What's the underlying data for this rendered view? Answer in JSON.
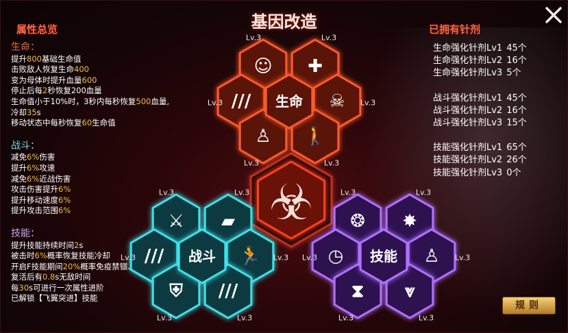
{
  "title": "基因改造",
  "overview": {
    "heading": "属性总览",
    "sections": [
      {
        "label": "生命：",
        "color": "#f26a45",
        "lines": [
          [
            [
              "提升",
              0
            ],
            [
              "800",
              1
            ],
            [
              "基础生命值",
              0
            ]
          ],
          [
            [
              "击败敌人恢复生命",
              0
            ],
            [
              "400",
              1
            ]
          ],
          [
            [
              "变为母体时提升血量",
              0
            ],
            [
              "600",
              1
            ]
          ],
          [
            [
              "停止后每",
              0
            ],
            [
              "2",
              1
            ],
            [
              "秒恢复200血量",
              0
            ]
          ],
          [
            [
              "生命值小于10%时，3秒内每秒恢复",
              0
            ],
            [
              "500",
              1
            ],
            [
              "血量,",
              0
            ]
          ],
          [
            [
              "冷却",
              0
            ],
            [
              "35",
              1
            ],
            [
              "s",
              0
            ]
          ],
          [
            [
              "移动状态中每秒恢复",
              0
            ],
            [
              "60",
              1
            ],
            [
              "生命值",
              0
            ]
          ]
        ]
      },
      {
        "label": "战斗：",
        "color": "#6fd8e0",
        "lines": [
          [
            [
              "减免",
              0
            ],
            [
              "6%",
              1
            ],
            [
              "伤害",
              0
            ]
          ],
          [
            [
              "提升",
              0
            ],
            [
              "6%",
              1
            ],
            [
              "攻速",
              0
            ]
          ],
          [
            [
              "减免",
              0
            ],
            [
              "6%",
              1
            ],
            [
              "近战伤害",
              0
            ]
          ],
          [
            [
              "攻击伤害提升",
              0
            ],
            [
              "6%",
              1
            ]
          ],
          [
            [
              "提升移动速度",
              0
            ],
            [
              "6%",
              1
            ]
          ],
          [
            [
              "提升攻击范围",
              0
            ],
            [
              "6%",
              1
            ]
          ]
        ]
      },
      {
        "label": "技能：",
        "color": "#c9a6f0",
        "lines": [
          [
            [
              "提升技能持续时间",
              0
            ],
            [
              "2",
              1
            ],
            [
              "s",
              0
            ]
          ],
          [
            [
              "被击时",
              0
            ],
            [
              "6%",
              1
            ],
            [
              "概率恢复技能冷却",
              0
            ]
          ],
          [
            [
              "开启F技能期间",
              0
            ],
            [
              "20%",
              1
            ],
            [
              "概率免疫禁锢、冰冻控制",
              0
            ]
          ],
          [
            [
              "复活后有",
              0
            ],
            [
              "0.8",
              1
            ],
            [
              "s无敌时间",
              0
            ]
          ],
          [
            [
              "每",
              0
            ],
            [
              "30",
              1
            ],
            [
              "s可进行一次属性进阶",
              0
            ]
          ],
          [
            [
              "已解锁【飞翼突进】技能",
              0
            ]
          ]
        ]
      }
    ]
  },
  "inventory": {
    "heading": "已拥有针剂",
    "groups": [
      [
        [
          "生命强化针剂Lv1",
          "45个"
        ],
        [
          "生命强化针剂Lv2",
          "16个"
        ],
        [
          "生命强化针剂Lv3",
          "5个"
        ]
      ],
      [
        [
          "战斗强化针剂Lv1",
          "45个"
        ],
        [
          "战斗强化针剂Lv2",
          "16个"
        ],
        [
          "战斗强化针剂Lv3",
          "15个"
        ]
      ],
      [
        [
          "技能强化针剂Lv1",
          "65个"
        ],
        [
          "技能强化针剂Lv2",
          "26个"
        ],
        [
          "技能强化针剂Lv3",
          "0个"
        ]
      ]
    ]
  },
  "clusters": [
    {
      "name": "life",
      "label": "生命",
      "color": "#ff5a2a",
      "fill": "#5a1408",
      "nodes": [
        {
          "icon": "person-up-icon",
          "glyph": "☺",
          "level": "Lv.3"
        },
        {
          "icon": "medkit-up-icon",
          "glyph": "✚",
          "level": "Lv.3"
        },
        {
          "icon": "claw-plus-icon",
          "glyph": "///",
          "level": "Lv.3"
        },
        {
          "icon": "skull-plus-icon",
          "glyph": "☠",
          "level": "Lv.3"
        },
        {
          "icon": "person-plus-icon",
          "glyph": "♙",
          "level": "Lv.3"
        },
        {
          "icon": "walker-plus-icon",
          "glyph": "🚶",
          "level": "Lv.3"
        }
      ]
    },
    {
      "name": "combat",
      "label": "战斗",
      "color": "#3fe0e8",
      "fill": "#0c3a40",
      "nodes": [
        {
          "icon": "blade-down-icon",
          "glyph": "⚔",
          "level": "Lv.3"
        },
        {
          "icon": "gun-up-icon",
          "glyph": "▰",
          "level": "Lv.3"
        },
        {
          "icon": "claw-up-icon",
          "glyph": "///",
          "level": "Lv.3"
        },
        {
          "icon": "runner-up-icon",
          "glyph": "🏃",
          "level": "Lv.3"
        },
        {
          "icon": "shield-plus-icon",
          "glyph": "⛨",
          "level": "Lv.3"
        },
        {
          "icon": "claw-plus-icon",
          "glyph": "///",
          "level": "Lv.3"
        }
      ]
    },
    {
      "name": "skill",
      "label": "技能",
      "color": "#b070ff",
      "fill": "#2e1250",
      "nodes": [
        {
          "icon": "shield-wings-icon",
          "glyph": "❂",
          "level": "Lv.3"
        },
        {
          "icon": "muscle-man-icon",
          "glyph": "✸",
          "level": "Lv.3"
        },
        {
          "icon": "person-clock-icon",
          "glyph": "◷",
          "level": "Lv.3"
        },
        {
          "icon": "person-lv-up-icon",
          "glyph": "♙",
          "level": "Lv.3"
        },
        {
          "icon": "hourglass-plus-icon",
          "glyph": "⧗",
          "level": "Lv.3"
        },
        {
          "icon": "wings-up-icon",
          "glyph": "⩔",
          "level": "Lv.3"
        }
      ]
    }
  ],
  "core": {
    "icon": "biohazard-icon",
    "glyph": "☣"
  },
  "close_icon": "close-icon",
  "rule_label": "规则"
}
